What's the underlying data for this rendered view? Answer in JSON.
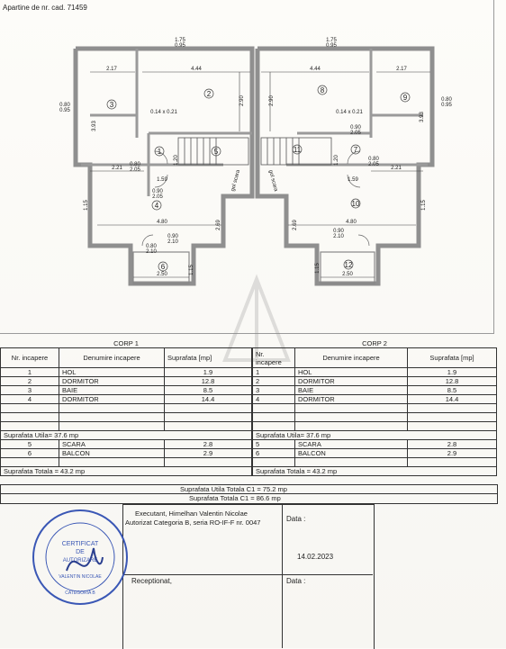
{
  "header": {
    "cadastral": "Apartine de nr. cad. 71459"
  },
  "plan": {
    "rooms_left": [
      "1",
      "2",
      "3",
      "4",
      "5",
      "6"
    ],
    "rooms_right": [
      "7",
      "8",
      "9",
      "10",
      "11",
      "12"
    ],
    "dims": {
      "d175": "1.75",
      "d095": "0.95",
      "d217": "2.17",
      "d444": "4.44",
      "d290": "2.90",
      "d393": "3.93",
      "d080": "0.80",
      "d221": "2.21",
      "d115": "1.15",
      "d269": "2.69",
      "d480": "4.80",
      "d250": "2.50",
      "d159": "1.59",
      "d120": "1.20",
      "d090": "0.90",
      "d205": "2.05",
      "d210": "2.10",
      "d014": "0.14 x 0.21",
      "gol": "gol scara"
    }
  },
  "corp1": {
    "title": "CORP 1",
    "headers": [
      "Nr. incapere",
      "Denumire incapere",
      "Suprafata [mp]"
    ],
    "rows": [
      [
        "1",
        "HOL",
        "1.9"
      ],
      [
        "2",
        "DORMITOR",
        "12.8"
      ],
      [
        "3",
        "BAIE",
        "8.5"
      ],
      [
        "4",
        "DORMITOR",
        "14.4"
      ]
    ],
    "util": "Suprafata Utila= 37.6 mp",
    "extra": [
      [
        "5",
        "SCARA",
        "2.8"
      ],
      [
        "6",
        "BALCON",
        "2.9"
      ]
    ],
    "total": "Suprafata Totala = 43.2 mp"
  },
  "corp2": {
    "title": "CORP 2",
    "headers": [
      "Nr. incapere",
      "Denumire incapere",
      "Suprafata [mp]"
    ],
    "rows": [
      [
        "1",
        "HOL",
        "1.9"
      ],
      [
        "2",
        "DORMITOR",
        "12.8"
      ],
      [
        "3",
        "BAIE",
        "8.5"
      ],
      [
        "4",
        "DORMITOR",
        "14.4"
      ]
    ],
    "util": "Suprafata Utila= 37.6 mp",
    "extra": [
      [
        "5",
        "SCARA",
        "2.8"
      ],
      [
        "6",
        "BALCON",
        "2.9"
      ]
    ],
    "total": "Suprafata Totala = 43.2 mp"
  },
  "summary": {
    "util_c1": "Suprafata Utila Totala C1 = 75.2 mp",
    "total_c1": "Suprafata Totala C1 = 86.6 mp"
  },
  "executant": {
    "line1": "Executant, Himelhan Valentin Nicolae",
    "line2": "Autorizat Categoria B, seria RO-IF-F nr. 0047",
    "data_label": "Data :",
    "date": "14.02.2023",
    "receptionat": "Receptionat,",
    "data_label2": "Data :"
  },
  "stamp": {
    "t1": "CERTIFICAT",
    "t2": "DE",
    "t3": "AUTORIZARE",
    "t4": "VALENTIN NICOLAE",
    "t5": "CATEGORIA B"
  },
  "colors": {
    "wall": "#8f8f8f",
    "ink": "#333333",
    "stamp": "#3a57b5"
  }
}
